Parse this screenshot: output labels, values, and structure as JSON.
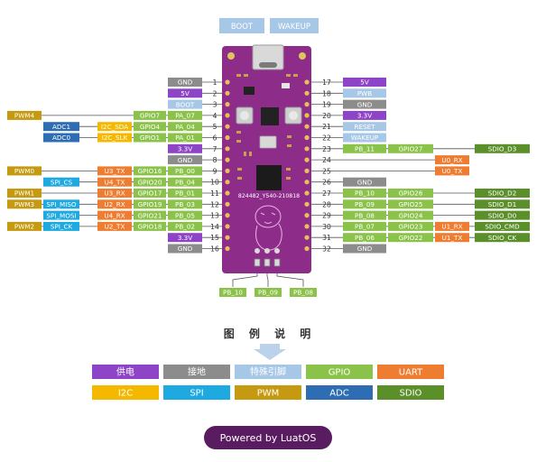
{
  "colors": {
    "power": "#8e44c6",
    "gnd": "#8c8c8c",
    "special": "#a7c7e7",
    "gpio": "#8bc34a",
    "uart": "#ef7d31",
    "i2c": "#f5b800",
    "spi": "#1fa9e1",
    "pwm": "#c59a10",
    "adc": "#2e6db4",
    "sdio": "#5a8f29",
    "board": "#8e2c8a"
  },
  "top_buttons": [
    "BOOT",
    "WAKEUP"
  ],
  "board_silkscreen": "824482_Y540-210818",
  "left_pins": [
    {
      "num": "1",
      "cells": [
        {
          "text": "GND",
          "cat": "gnd",
          "col": 4
        }
      ]
    },
    {
      "num": "2",
      "cells": [
        {
          "text": "5V",
          "cat": "power",
          "col": 4
        }
      ]
    },
    {
      "num": "3",
      "cells": [
        {
          "text": "BOOT",
          "cat": "special",
          "col": 4
        }
      ]
    },
    {
      "num": "4",
      "cells": [
        {
          "text": "PA_07",
          "cat": "gpio",
          "col": 4
        },
        {
          "text": "GPIO7",
          "cat": "gpio",
          "col": 3
        },
        {
          "text": "PWM4",
          "cat": "pwm",
          "col": 0
        }
      ]
    },
    {
      "num": "5",
      "cells": [
        {
          "text": "PA_04",
          "cat": "gpio",
          "col": 4
        },
        {
          "text": "GPIO4",
          "cat": "gpio",
          "col": 3
        },
        {
          "text": "I2C_SDA",
          "cat": "i2c",
          "col": 2
        },
        {
          "text": "ADC1",
          "cat": "adc",
          "col": 1
        }
      ]
    },
    {
      "num": "6",
      "cells": [
        {
          "text": "PA_01",
          "cat": "gpio",
          "col": 4
        },
        {
          "text": "GPIO1",
          "cat": "gpio",
          "col": 3
        },
        {
          "text": "I2C_SLK",
          "cat": "i2c",
          "col": 2
        },
        {
          "text": "ADC0",
          "cat": "adc",
          "col": 1
        }
      ]
    },
    {
      "num": "7",
      "cells": [
        {
          "text": "3.3V",
          "cat": "power",
          "col": 4
        }
      ]
    },
    {
      "num": "8",
      "cells": [
        {
          "text": "GND",
          "cat": "gnd",
          "col": 4
        }
      ]
    },
    {
      "num": "9",
      "cells": [
        {
          "text": "PB_00",
          "cat": "gpio",
          "col": 4
        },
        {
          "text": "GPIO16",
          "cat": "gpio",
          "col": 3
        },
        {
          "text": "U3_TX",
          "cat": "uart",
          "col": 2
        },
        {
          "text": "PWM0",
          "cat": "pwm",
          "col": 0
        }
      ]
    },
    {
      "num": "10",
      "cells": [
        {
          "text": "PB_04",
          "cat": "gpio",
          "col": 4
        },
        {
          "text": "GPIO20",
          "cat": "gpio",
          "col": 3
        },
        {
          "text": "U4_TX",
          "cat": "uart",
          "col": 2
        },
        {
          "text": "SPI_CS",
          "cat": "spi",
          "col": 1
        }
      ]
    },
    {
      "num": "11",
      "cells": [
        {
          "text": "PB_01",
          "cat": "gpio",
          "col": 4
        },
        {
          "text": "GPIO17",
          "cat": "gpio",
          "col": 3
        },
        {
          "text": "U3_RX",
          "cat": "uart",
          "col": 2
        },
        {
          "text": "PWM1",
          "cat": "pwm",
          "col": 0
        }
      ]
    },
    {
      "num": "12",
      "cells": [
        {
          "text": "PB_03",
          "cat": "gpio",
          "col": 4
        },
        {
          "text": "GPIO19",
          "cat": "gpio",
          "col": 3
        },
        {
          "text": "U2_RX",
          "cat": "uart",
          "col": 2
        },
        {
          "text": "SPI_MISO",
          "cat": "spi",
          "col": 1
        },
        {
          "text": "PWM3",
          "cat": "pwm",
          "col": 0
        }
      ]
    },
    {
      "num": "13",
      "cells": [
        {
          "text": "PB_05",
          "cat": "gpio",
          "col": 4
        },
        {
          "text": "GPIO21",
          "cat": "gpio",
          "col": 3
        },
        {
          "text": "U4_RX",
          "cat": "uart",
          "col": 2
        },
        {
          "text": "SPI_MOSI",
          "cat": "spi",
          "col": 1
        }
      ]
    },
    {
      "num": "14",
      "cells": [
        {
          "text": "PB_02",
          "cat": "gpio",
          "col": 4
        },
        {
          "text": "GPIO18",
          "cat": "gpio",
          "col": 3
        },
        {
          "text": "U2_TX",
          "cat": "uart",
          "col": 2
        },
        {
          "text": "SPI_CK",
          "cat": "spi",
          "col": 1
        },
        {
          "text": "PWM2",
          "cat": "pwm",
          "col": 0
        }
      ]
    },
    {
      "num": "15",
      "cells": [
        {
          "text": "3.3V",
          "cat": "power",
          "col": 4
        }
      ]
    },
    {
      "num": "16",
      "cells": [
        {
          "text": "GND",
          "cat": "gnd",
          "col": 4
        }
      ]
    }
  ],
  "right_pins": [
    {
      "num": "17",
      "cells": [
        {
          "text": "5V",
          "cat": "power",
          "col": 0
        }
      ]
    },
    {
      "num": "18",
      "cells": [
        {
          "text": "PWB",
          "cat": "special",
          "col": 0
        }
      ]
    },
    {
      "num": "19",
      "cells": [
        {
          "text": "GND",
          "cat": "gnd",
          "col": 0
        }
      ]
    },
    {
      "num": "20",
      "cells": [
        {
          "text": "3.3V",
          "cat": "power",
          "col": 0
        }
      ]
    },
    {
      "num": "21",
      "cells": [
        {
          "text": "RESET",
          "cat": "special",
          "col": 0
        }
      ]
    },
    {
      "num": "22",
      "cells": [
        {
          "text": "WAKEUP",
          "cat": "special",
          "col": 0
        }
      ]
    },
    {
      "num": "23",
      "cells": [
        {
          "text": "PB_11",
          "cat": "gpio",
          "col": 0
        },
        {
          "text": "GPIO27",
          "cat": "gpio",
          "col": 1
        },
        {
          "text": "SDIO_D3",
          "cat": "sdio",
          "col": 3
        }
      ]
    },
    {
      "num": "24",
      "cells": [
        {
          "text": "U0_RX",
          "cat": "uart",
          "col": 2
        }
      ]
    },
    {
      "num": "25",
      "cells": [
        {
          "text": "U0_TX",
          "cat": "uart",
          "col": 2
        }
      ]
    },
    {
      "num": "26",
      "cells": [
        {
          "text": "GND",
          "cat": "gnd",
          "col": 0
        }
      ]
    },
    {
      "num": "27",
      "cells": [
        {
          "text": "PB_10",
          "cat": "gpio",
          "col": 0
        },
        {
          "text": "GPIO26",
          "cat": "gpio",
          "col": 1
        },
        {
          "text": "SDIO_D2",
          "cat": "sdio",
          "col": 3
        }
      ]
    },
    {
      "num": "28",
      "cells": [
        {
          "text": "PB_09",
          "cat": "gpio",
          "col": 0
        },
        {
          "text": "GPIO25",
          "cat": "gpio",
          "col": 1
        },
        {
          "text": "SDIO_D1",
          "cat": "sdio",
          "col": 3
        }
      ]
    },
    {
      "num": "29",
      "cells": [
        {
          "text": "PB_08",
          "cat": "gpio",
          "col": 0
        },
        {
          "text": "GPIO24",
          "cat": "gpio",
          "col": 1
        },
        {
          "text": "SDIO_D0",
          "cat": "sdio",
          "col": 3
        }
      ]
    },
    {
      "num": "30",
      "cells": [
        {
          "text": "PB_07",
          "cat": "gpio",
          "col": 0
        },
        {
          "text": "GPIO23",
          "cat": "gpio",
          "col": 1
        },
        {
          "text": "U1_RX",
          "cat": "uart",
          "col": 2
        },
        {
          "text": "SDIO_CMD",
          "cat": "sdio",
          "col": 3
        }
      ]
    },
    {
      "num": "31",
      "cells": [
        {
          "text": "PB_06",
          "cat": "gpio",
          "col": 0
        },
        {
          "text": "GPIO22",
          "cat": "gpio",
          "col": 1
        },
        {
          "text": "U1_TX",
          "cat": "uart",
          "col": 2
        },
        {
          "text": "SDIO_CK",
          "cat": "sdio",
          "col": 3
        }
      ]
    },
    {
      "num": "32",
      "cells": [
        {
          "text": "GND",
          "cat": "gnd",
          "col": 0
        }
      ]
    }
  ],
  "bottom_pins": [
    "PB_10",
    "PB_09",
    "PB_08"
  ],
  "legend": {
    "title": "图 例 说 明",
    "items": [
      {
        "text": "供电",
        "cat": "power"
      },
      {
        "text": "接地",
        "cat": "gnd"
      },
      {
        "text": "特殊引脚",
        "cat": "special"
      },
      {
        "text": "GPIO",
        "cat": "gpio"
      },
      {
        "text": "UART",
        "cat": "uart"
      },
      {
        "text": "I2C",
        "cat": "i2c"
      },
      {
        "text": "SPI",
        "cat": "spi"
      },
      {
        "text": "PWM",
        "cat": "pwm"
      },
      {
        "text": "ADC",
        "cat": "adc"
      },
      {
        "text": "SDIO",
        "cat": "sdio"
      }
    ]
  },
  "footer": "Powered by LuatOS"
}
